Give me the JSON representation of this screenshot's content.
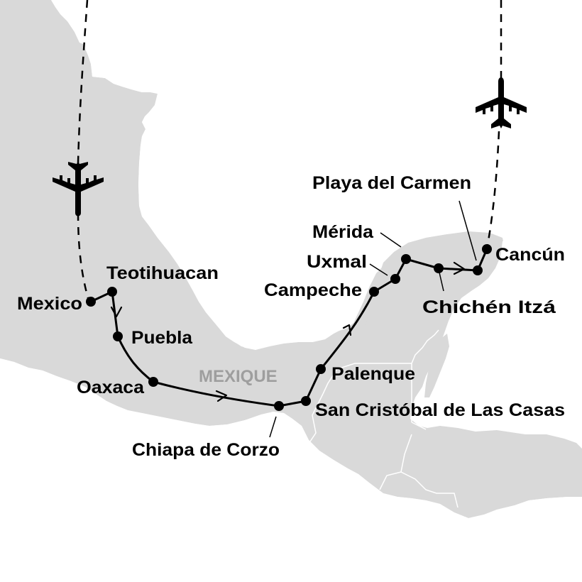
{
  "map": {
    "country_label": "MEXIQUE",
    "colors": {
      "land": "#d9d9d9",
      "sea": "#ffffff",
      "route": "#000000",
      "country_label": "#9e9e9e"
    },
    "stops": [
      {
        "name": "Mexico",
        "order": 1
      },
      {
        "name": "Teotihuacan",
        "order": 2
      },
      {
        "name": "Puebla",
        "order": 3
      },
      {
        "name": "Oaxaca",
        "order": 4
      },
      {
        "name": "Chiapa de Corzo",
        "order": 5
      },
      {
        "name": "San Cristóbal de Las Casas",
        "order": 6
      },
      {
        "name": "Palenque",
        "order": 7
      },
      {
        "name": "Campeche",
        "order": 8
      },
      {
        "name": "Uxmal",
        "order": 9
      },
      {
        "name": "Mérida",
        "order": 10
      },
      {
        "name": "Chichén Itzá",
        "order": 11
      },
      {
        "name": "Playa del Carmen",
        "order": 12
      },
      {
        "name": "Cancún",
        "order": 13
      }
    ],
    "icons": {
      "arrival_plane": "airplane-icon",
      "departure_plane": "airplane-icon"
    }
  }
}
